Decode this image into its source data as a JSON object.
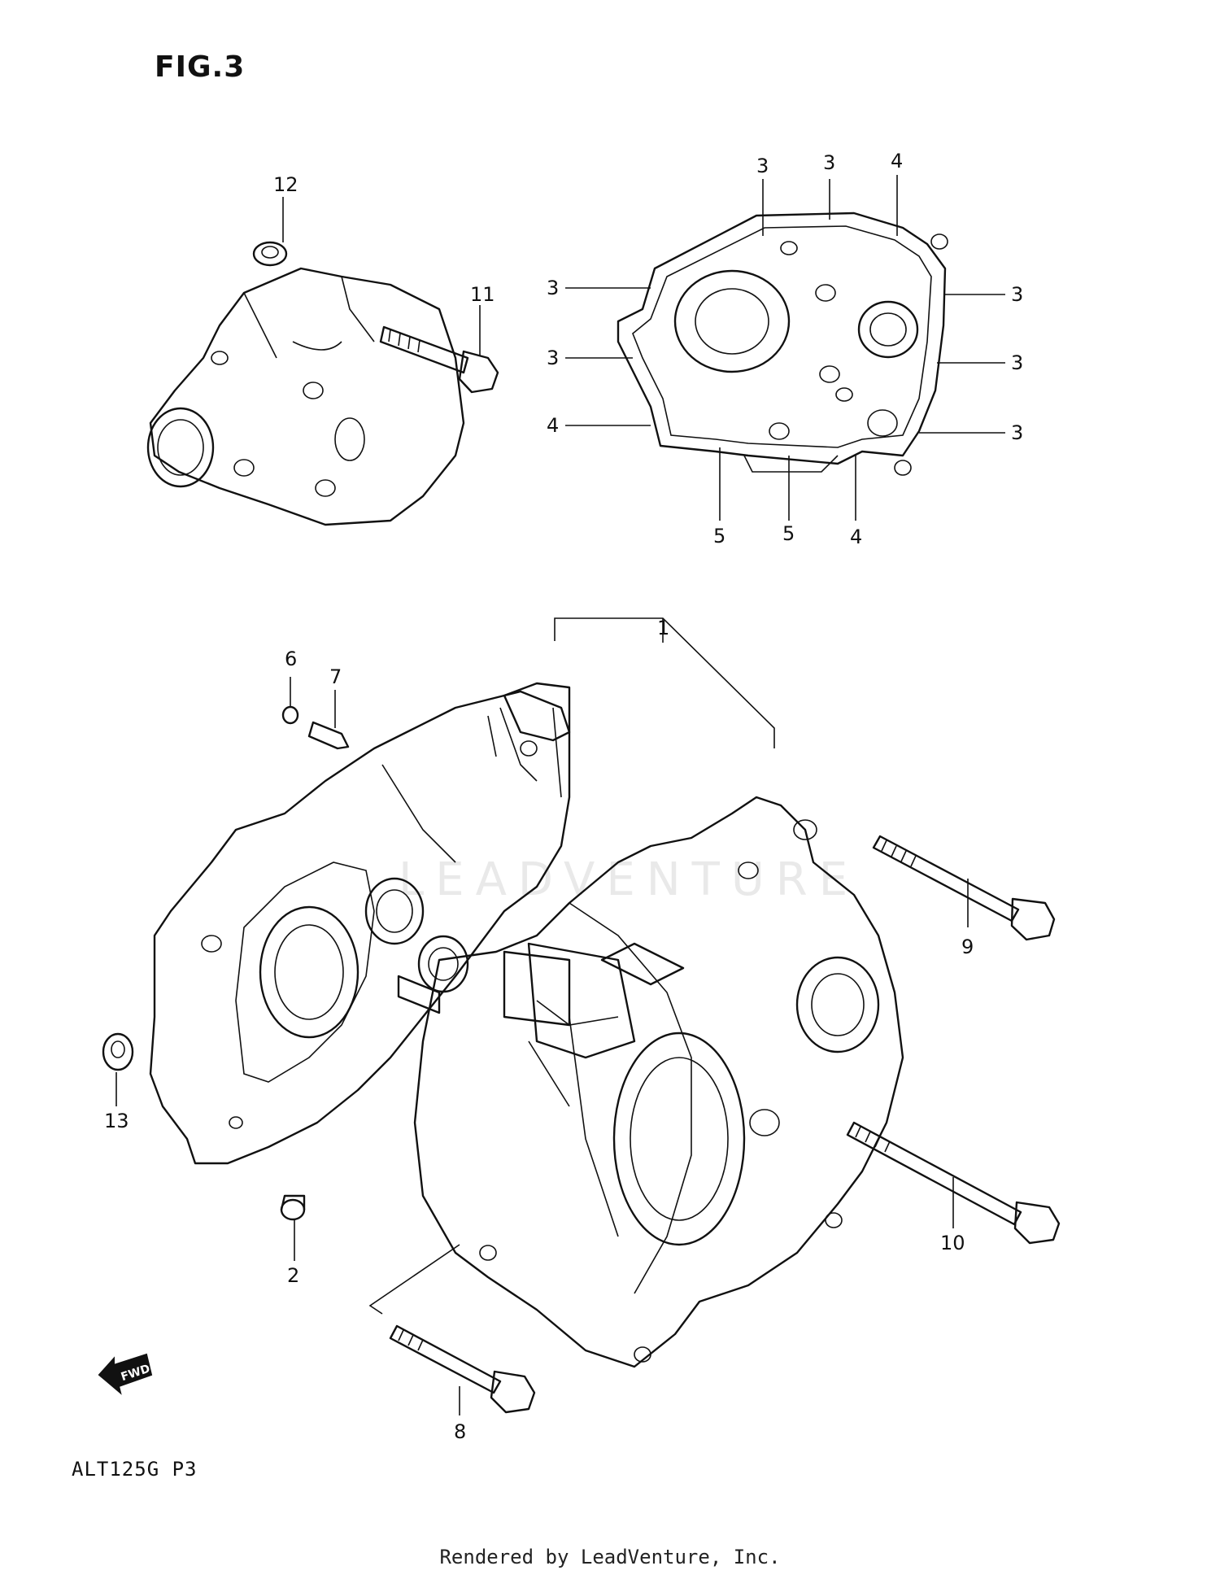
{
  "figure": {
    "title": "FIG.3",
    "model_code": "ALT125G  P3"
  },
  "footer": {
    "text": "Rendered by LeadVenture, Inc."
  },
  "watermark": {
    "text": "LEADVENTURE"
  },
  "callouts": {
    "c1": "1",
    "c2": "2",
    "c3a": "3",
    "c3b": "3",
    "c3c": "3",
    "c3d": "3",
    "c3e": "3",
    "c3f": "3",
    "c3g": "3",
    "c4a": "4",
    "c4b": "4",
    "c4c": "4",
    "c5a": "5",
    "c5b": "5",
    "c6": "6",
    "c7": "7",
    "c8": "8",
    "c9": "9",
    "c10": "10",
    "c11": "11",
    "c12": "12",
    "c13": "13"
  },
  "icons": {
    "fwd": "fwd-arrow-icon"
  },
  "fwd_label": "FWD"
}
